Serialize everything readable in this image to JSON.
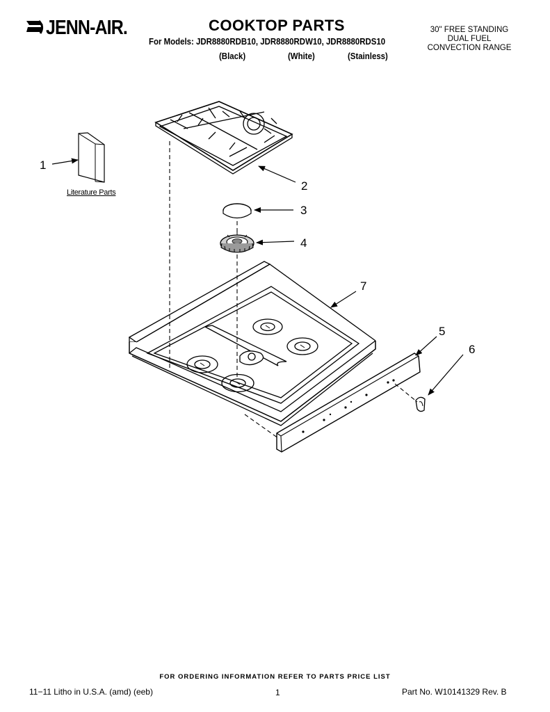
{
  "header": {
    "brand": "JENN-AIR.",
    "title": "COOKTOP PARTS",
    "models_line": "For Models: JDR8880RDB10, JDR8880RDW10, JDR8880RDS10",
    "finishes": [
      "(Black)",
      "(White)",
      "(Stainless)"
    ],
    "range_description": [
      "30\" FREE STANDING",
      "DUAL FUEL",
      "CONVECTION RANGE"
    ]
  },
  "diagram": {
    "literature_label": "Literature Parts",
    "callouts": [
      "1",
      "2",
      "3",
      "4",
      "5",
      "6",
      "7"
    ]
  },
  "footer": {
    "order_note": "FOR ORDERING INFORMATION REFER TO PARTS PRICE LIST",
    "litho": "11−11 Litho in U.S.A. (amd) (eeb)",
    "page": "1",
    "part_no": "Part No. W10141329 Rev. B"
  }
}
